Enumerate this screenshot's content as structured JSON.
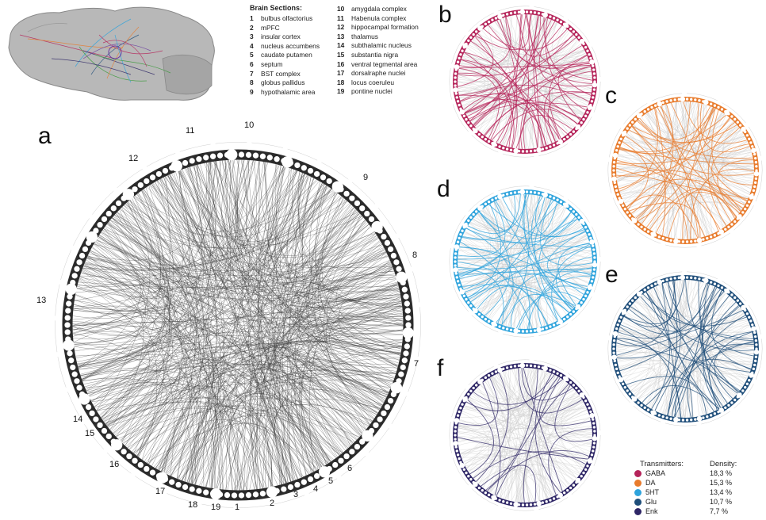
{
  "legend": {
    "title": "Brain Sections:",
    "left_items": [
      {
        "num": "1",
        "label": "bulbus olfactorius"
      },
      {
        "num": "2",
        "label": "mPFC"
      },
      {
        "num": "3",
        "label": "insular cortex"
      },
      {
        "num": "4",
        "label": "nucleus accumbens"
      },
      {
        "num": "5",
        "label": "caudate putamen"
      },
      {
        "num": "6",
        "label": "septum"
      },
      {
        "num": "7",
        "label": "BST complex"
      },
      {
        "num": "8",
        "label": "globus pallidus"
      },
      {
        "num": "9",
        "label": "hypothalamic area"
      }
    ],
    "right_items": [
      {
        "num": "10",
        "label": "amygdala complex"
      },
      {
        "num": "11",
        "label": "Habenula complex"
      },
      {
        "num": "12",
        "label": "hippocampal formation"
      },
      {
        "num": "13",
        "label": "thalamus"
      },
      {
        "num": "14",
        "label": "subthalamic nucleus"
      },
      {
        "num": "15",
        "label": "substantia nigra"
      },
      {
        "num": "16",
        "label": "ventral tegmental area"
      },
      {
        "num": "17",
        "label": "dorsalraphe nuclei"
      },
      {
        "num": "18",
        "label": "locus coeruleu"
      },
      {
        "num": "19",
        "label": "pontine nuclei"
      }
    ]
  },
  "panels": {
    "a": {
      "letter": "a",
      "color": "#2b2b2b"
    },
    "b": {
      "letter": "b",
      "color": "#b5245a"
    },
    "c": {
      "letter": "c",
      "color": "#e87b2c"
    },
    "d": {
      "letter": "d",
      "color": "#2ea3dc"
    },
    "e": {
      "letter": "e",
      "color": "#1f4e7a"
    },
    "f": {
      "letter": "f",
      "color": "#2e2666"
    }
  },
  "main_section_labels": [
    "1",
    "2",
    "3",
    "4",
    "5",
    "6",
    "7",
    "8",
    "9",
    "10",
    "11",
    "12",
    "13",
    "14",
    "15",
    "16",
    "17",
    "18",
    "19"
  ],
  "transmitters": {
    "header_name": "Transmitters:",
    "header_density": "Density:",
    "rows": [
      {
        "name": "GABA",
        "density": "18,3 %",
        "color": "#b5245a"
      },
      {
        "name": "DA",
        "density": "15,3 %",
        "color": "#e87b2c"
      },
      {
        "name": "5HT",
        "density": "13,4 %",
        "color": "#2ea3dc"
      },
      {
        "name": "Glu",
        "density": "10,7 %",
        "color": "#1f4e7a"
      },
      {
        "name": "Enk",
        "density": "7,7 %",
        "color": "#2e2666"
      }
    ]
  }
}
